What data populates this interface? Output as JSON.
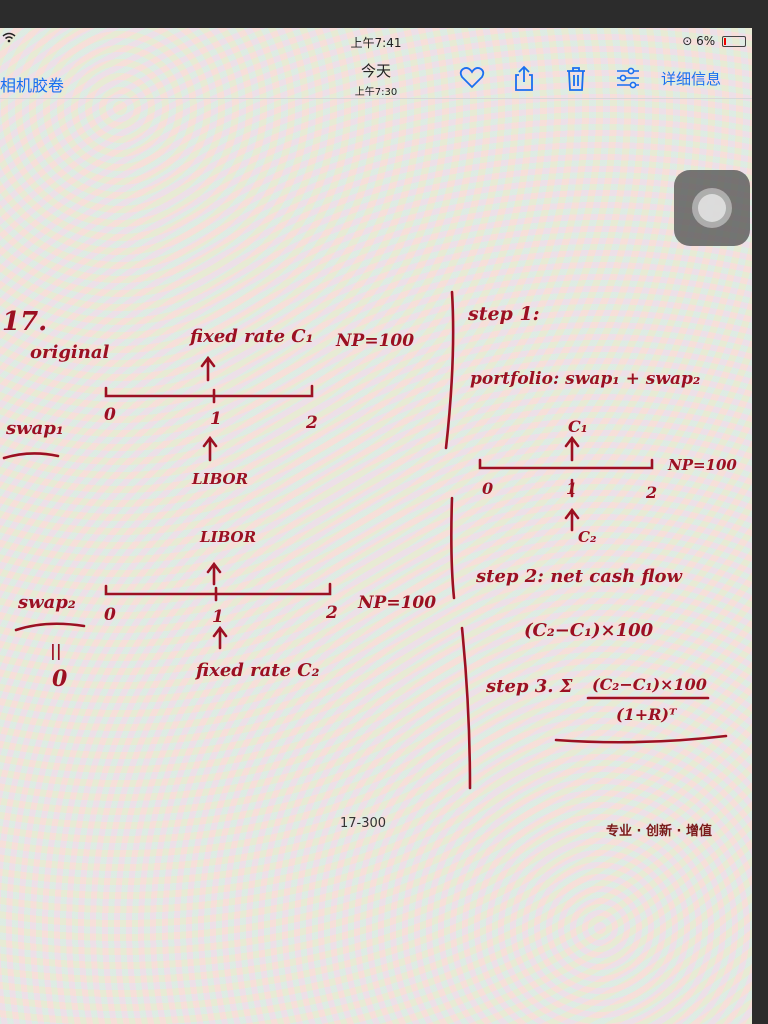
{
  "status_bar": {
    "time": "上午7:41",
    "battery": "6%"
  },
  "nav": {
    "back_label": "相机胶卷",
    "title": "今天",
    "subtitle": "上午7:30",
    "details_label": "详细信息",
    "icons": [
      "heart-icon",
      "share-icon",
      "trash-icon",
      "adjust-icon"
    ]
  },
  "notes": {
    "problem_no": "17.",
    "original": "original",
    "fixed_rate_c1": "fixed rate C₁",
    "np_top": "NP=100",
    "tick_0a": "0",
    "tick_1a": "1",
    "tick_2a": "2",
    "swap1": "swap₁",
    "libor_a": "LIBOR",
    "libor_b": "LIBOR",
    "tick_0b": "0",
    "tick_1b": "1",
    "tick_2b": "2",
    "np_mid": "NP=100",
    "swap2": "swap₂",
    "eq_zero": "||",
    "zero": "0",
    "fixed_rate_c2": "fixed rate C₂",
    "step1": "step 1:",
    "portfolio": "portfolio: swap₁ + swap₂",
    "c1_label": "C₁",
    "tick_0c": "0",
    "tick_1c": "1",
    "tick_2c": "2",
    "np_right": "NP=100",
    "c2_label": "C₂",
    "step2": "step 2: net cash flow",
    "net_flow": "(C₂−C₁)×100",
    "step3": "step 3. Σ",
    "numerator": "(C₂−C₁)×100",
    "denominator": "(1+R)ᵀ"
  },
  "footer": {
    "page_number": "17-300",
    "brand": "专业 · 创新 · 增值"
  }
}
